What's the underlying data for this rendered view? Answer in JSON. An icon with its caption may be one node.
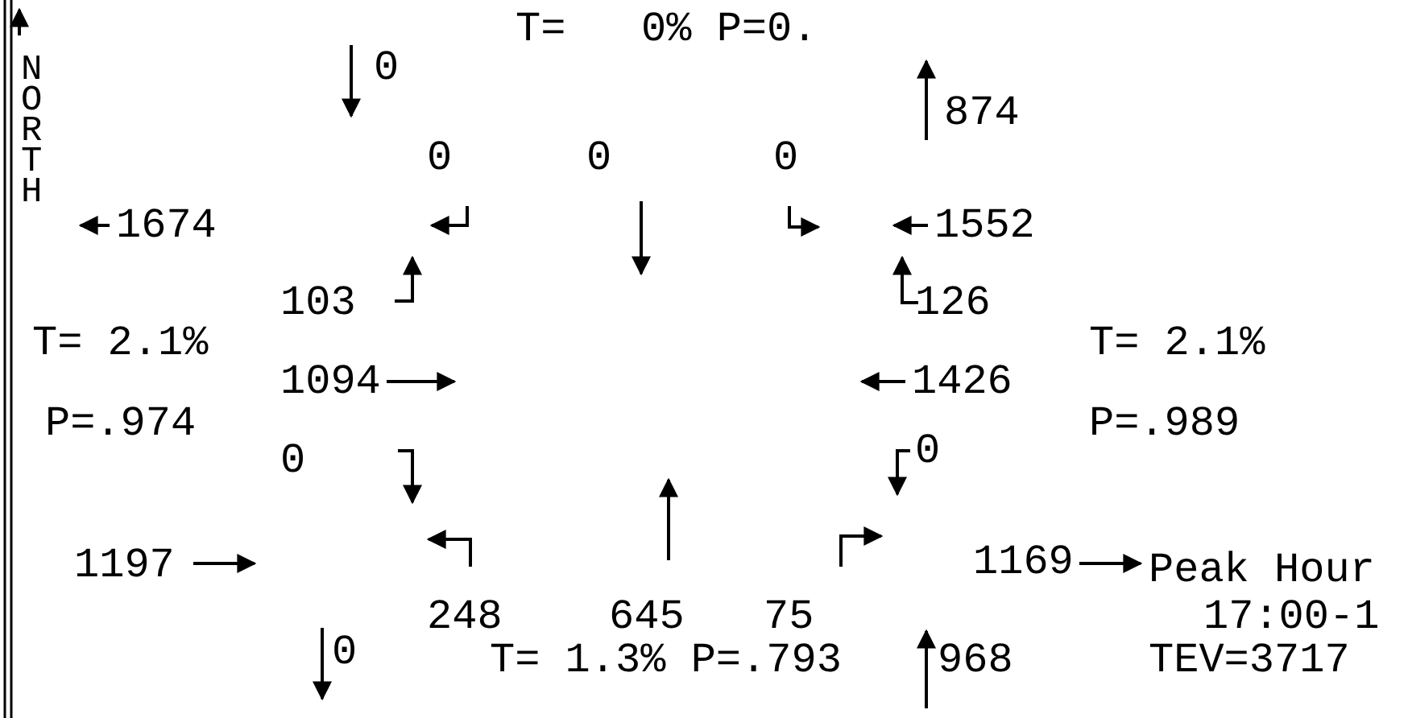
{
  "diagram": {
    "labels": [
      "T=   0% P=0.",
      "NORTH",
      "0",
      "874",
      "0",
      "0",
      "0",
      "1674",
      "1552",
      "103",
      "126",
      "T= 2.1%",
      "T= 2.1%",
      "1094",
      "1426",
      "P=.974",
      "P=.989",
      "0",
      "0",
      "1197",
      "1169",
      "Peak Hour",
      "248",
      "645",
      "75",
      "17:00-1",
      "0",
      "T= 1.3% P=.793",
      "968",
      "TEV=3717"
    ]
  }
}
